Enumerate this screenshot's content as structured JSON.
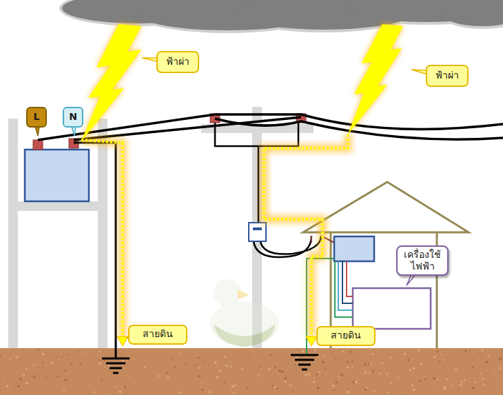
{
  "diagram": {
    "nodes": [
      {
        "text": [
          "ฟ้าผ่า"
        ]
      },
      {
        "text": [
          "ฟ้าผ่า"
        ]
      },
      {
        "text": [
          "L"
        ]
      },
      {
        "text": [
          "N"
        ]
      },
      {
        "text": [
          "เครื่องใช้ ไฟฟ้า"
        ]
      },
      {
        "text": [
          "สายดิน"
        ]
      },
      {
        "text": [
          "สายดิน"
        ]
      }
    ]
  }
}
